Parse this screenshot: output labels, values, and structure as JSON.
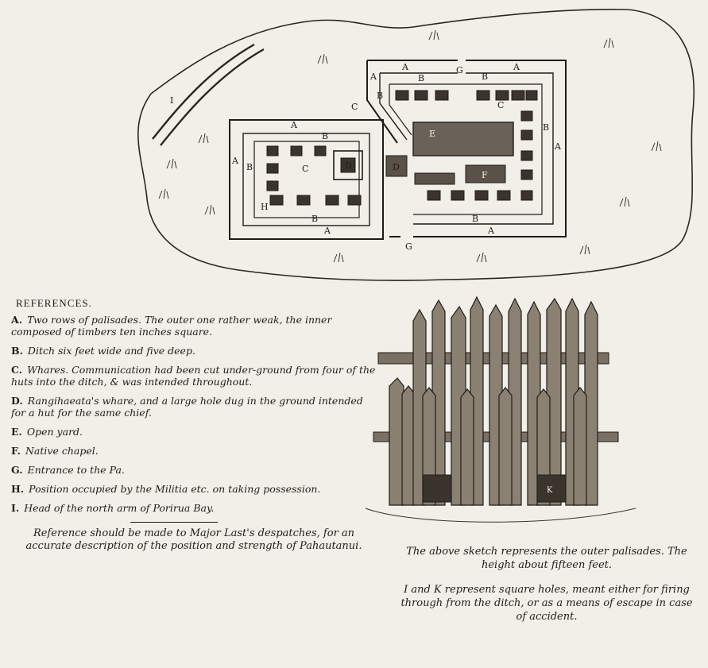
{
  "plan_labels": {
    "A": "A",
    "B": "B",
    "C": "C",
    "D": "D",
    "E": "E",
    "F": "F",
    "G": "G",
    "H": "H",
    "I": "I",
    "K": "K"
  },
  "references": {
    "title": "REFERENCES.",
    "items": [
      {
        "key": "A.",
        "text": "Two rows of palisades. The outer one rather weak, the inner composed of timbers ten inches square."
      },
      {
        "key": "B.",
        "text": "Ditch six feet wide and five deep."
      },
      {
        "key": "C.",
        "text": "Whares. Communication had been cut under-ground from four of the huts into the ditch, & was intended throughout."
      },
      {
        "key": "D.",
        "text": "Rangihaeata's whare, and a large hole dug in the ground intended for a hut for the same chief."
      },
      {
        "key": "E.",
        "text": "Open yard."
      },
      {
        "key": "F.",
        "text": "Native chapel."
      },
      {
        "key": "G.",
        "text": "Entrance to the Pa."
      },
      {
        "key": "H.",
        "text": "Position occupied by the Militia etc. on taking possession."
      },
      {
        "key": "I.",
        "text": "Head of the north arm of Porirua Bay."
      }
    ],
    "note": "Reference should be made to Major Last's despatches, for an accurate description of the position and strength of Pahautanui."
  },
  "palisade_notes": {
    "sketch": "The above sketch represents the outer palisades. The height about fifteen feet.",
    "holes": "I and K represent square holes, meant either for firing through from the ditch, or as a means of escape in case of accident."
  }
}
